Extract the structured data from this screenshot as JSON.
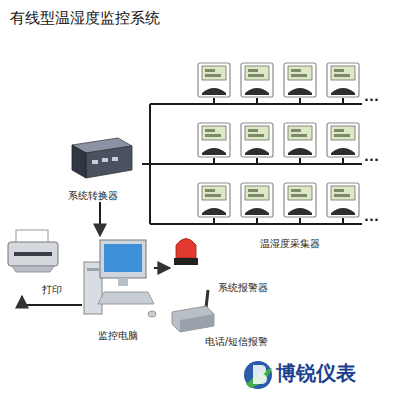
{
  "diagram": {
    "title": "有线型温湿度监控系统",
    "nodes": [
      {
        "text": [
          "系统转换器"
        ]
      },
      {
        "text": [
          "温湿度采集器"
        ]
      },
      {
        "text": [
          "监控电脑"
        ]
      },
      {
        "text": [
          "打印"
        ]
      },
      {
        "text": [
          "系统报警器"
        ]
      },
      {
        "text": [
          "电话/短信报警"
        ]
      }
    ],
    "edges": [
      {
        "from": 1,
        "to": 0,
        "arrow": "none"
      },
      {
        "from": 0,
        "to": 2,
        "arrow": "to"
      },
      {
        "from": 2,
        "to": 3,
        "arrow": "to"
      },
      {
        "from": 2,
        "to": 4,
        "arrow": "to"
      }
    ],
    "labels": [
      "···",
      "···",
      "···",
      "博锐仪表"
    ]
  }
}
